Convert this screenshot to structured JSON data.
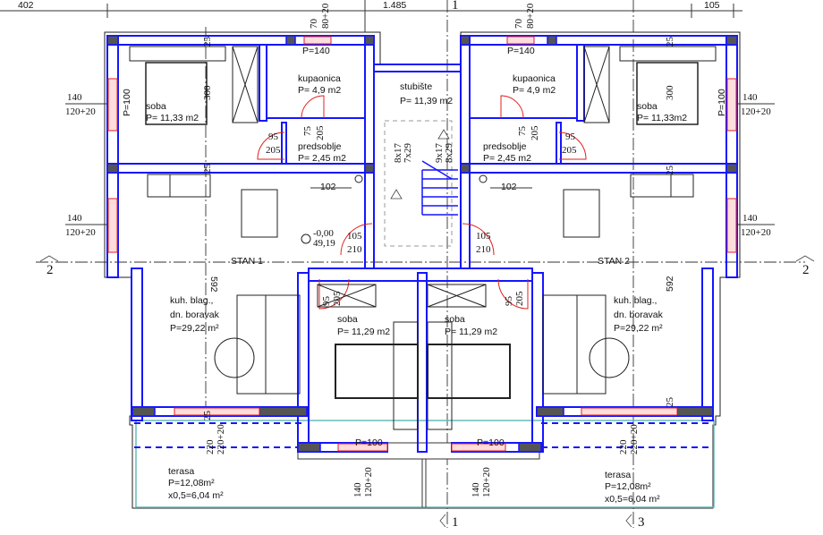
{
  "top_dims": {
    "left": "402",
    "center": "1.485",
    "right": "105"
  },
  "axes": {
    "top_1": "1",
    "bottom_1": "1",
    "bottom_3": "3",
    "left_2": "2",
    "right_2": "2"
  },
  "stair": {
    "name": "stubište",
    "area": "P= 11,39 m2",
    "left_a": "8x17",
    "left_b": "7x29",
    "right_a": "9x17",
    "right_b": "8x29"
  },
  "level": {
    "top": "-0,00",
    "bottom": "49,19"
  },
  "stan1": {
    "label": "STAN 1",
    "bedroom": {
      "name": "soba",
      "area": "P= 11,33 m2"
    },
    "bath": {
      "name": "kupaonica",
      "area": "P= 4,9 m2"
    },
    "hall": {
      "name": "predsoblje",
      "area": "P= 2,45 m2"
    },
    "living": {
      "name1": "kuh. blag.,",
      "name2": "dn. boravak",
      "area": "P=29,22 m²"
    },
    "bedroom2": {
      "name": "soba",
      "area": "P= 11,29 m2"
    },
    "terrace": {
      "name": "terasa",
      "area": "P=12,08m²",
      "reduced": "x0,5=6,04 m²"
    }
  },
  "stan2": {
    "label": "STAN 2",
    "bedroom": {
      "name": "soba",
      "area": "P= 11,33m2"
    },
    "bath": {
      "name": "kupaonica",
      "area": "P= 4,9 m2"
    },
    "hall": {
      "name": "predsoblje",
      "area": "P= 2,45 m2"
    },
    "living": {
      "name1": "kuh. blag.,",
      "name2": "dn. boravak",
      "area": "P=29,22 m²"
    },
    "bedroom2": {
      "name": "soba",
      "area": "P= 11,29 m2"
    },
    "terrace": {
      "name": "terasa",
      "area": "P=12,08m²",
      "reduced": "x0,5=6,04 m²"
    }
  },
  "dims": {
    "win140": "140",
    "win120": "120+20",
    "p100": "P=100",
    "p140": "P=140",
    "w70": "70",
    "w80": "80+20",
    "d95": "95",
    "d205": "205",
    "d75": "75",
    "d105": "105",
    "d210": "210",
    "d102": "102",
    "h300": "300",
    "h25": "25",
    "h592": "592",
    "w220": "220",
    "w220b": "220+20"
  }
}
